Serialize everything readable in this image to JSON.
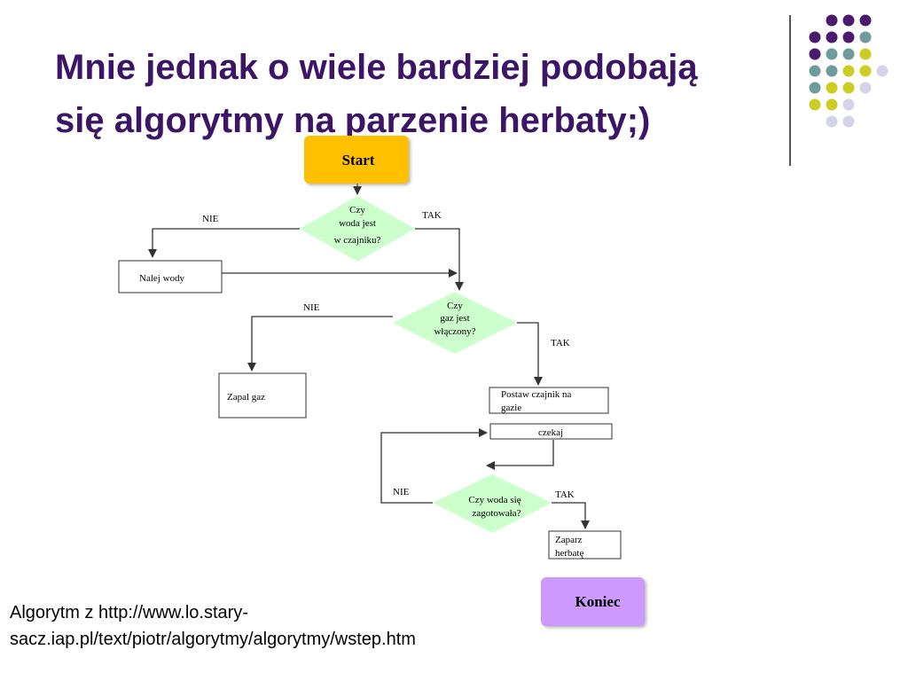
{
  "slide": {
    "title_line1": "Mnie jednak o wiele bardziej podobają",
    "title_line2": "się algorytmy na parzenie herbaty;)",
    "footer_line1": "Algorytm z  http://www.lo.stary-",
    "footer_line2": "sacz.iap.pl/text/piotr/algorytmy/algorytmy/wstep.htm"
  },
  "colors": {
    "title": "#3d1566",
    "start_fill": "#ffc000",
    "end_fill": "#cc99ff",
    "decision_fill": "#ccffcc",
    "dot_purple": "#4b1a6e",
    "dot_teal": "#6f9b9b",
    "dot_yellow": "#cccc22",
    "dot_lavender": "#d4d4e8"
  },
  "flowchart": {
    "start": "Start",
    "q1": [
      "Czy",
      "woda jest",
      "w czajniku?"
    ],
    "q1_no": "NIE",
    "q1_yes": "TAK",
    "pour": "Nalej wody",
    "q2": [
      "Czy",
      "gaz jest",
      "włączony?"
    ],
    "q2_no": "NIE",
    "q2_yes": "TAK",
    "light": "Zapal gaz",
    "kettle": [
      "Postaw czajnik na",
      "gazie"
    ],
    "wait": "czekaj",
    "q3": [
      "Czy woda się",
      "zagotowała?"
    ],
    "q3_no": "NIE",
    "q3_yes": "TAK",
    "brew": [
      "Zaparz",
      "herbatę"
    ],
    "end": "Koniec"
  }
}
